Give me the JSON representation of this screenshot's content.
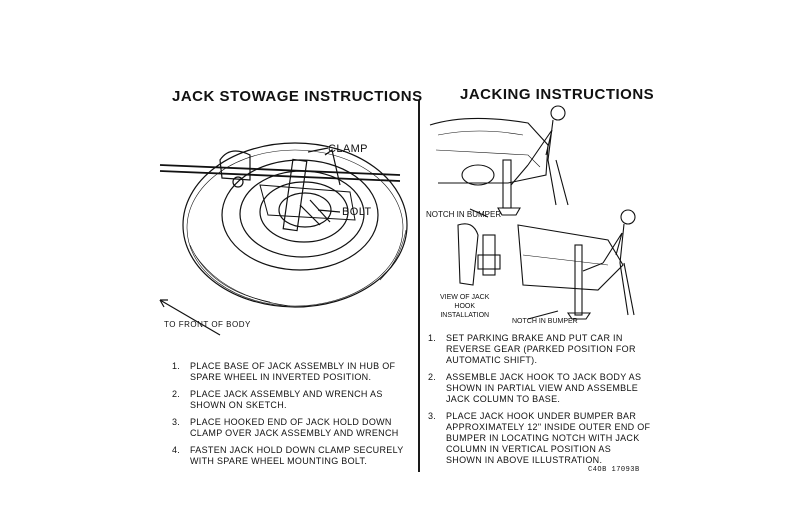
{
  "left": {
    "title": "JACK STOWAGE INSTRUCTIONS",
    "labels": {
      "clamp": "CLAMP",
      "bolt": "BOLT",
      "front": "TO FRONT OF BODY"
    },
    "steps": [
      {
        "num": "1.",
        "text": "PLACE BASE OF JACK ASSEMBLY IN HUB OF\nSPARE WHEEL IN INVERTED POSITION."
      },
      {
        "num": "2.",
        "text": "PLACE JACK ASSEMBLY AND WRENCH AS\nSHOWN ON SKETCH."
      },
      {
        "num": "3.",
        "text": "PLACE HOOKED END OF JACK HOLD DOWN\nCLAMP OVER JACK ASSEMBLY AND WRENCH"
      },
      {
        "num": "4.",
        "text": "FASTEN JACK HOLD DOWN CLAMP SECURELY\nWITH SPARE WHEEL MOUNTING BOLT."
      }
    ]
  },
  "right": {
    "title": "JACKING  INSTRUCTIONS",
    "labels": {
      "notch_top": "NOTCH IN BUMPER",
      "view_hook": "VIEW OF JACK\nHOOK\nINSTALLATION",
      "notch_bottom": "NOTCH IN BUMPER"
    },
    "steps": [
      {
        "num": "1.",
        "text": "SET PARKING BRAKE AND PUT CAR IN\nREVERSE GEAR (PARKED POSITION FOR\nAUTOMATIC SHIFT)."
      },
      {
        "num": "2.",
        "text": "ASSEMBLE JACK HOOK TO JACK BODY AS\nSHOWN IN PARTIAL VIEW AND ASSEMBLE\nJACK COLUMN TO BASE."
      },
      {
        "num": "3.",
        "text": "PLACE JACK HOOK UNDER BUMPER BAR\nAPPROXIMATELY 12\" INSIDE OUTER END OF\nBUMPER IN LOCATING NOTCH WITH JACK\nCOLUMN IN VERTICAL POSITION AS\nSHOWN IN ABOVE ILLUSTRATION."
      }
    ]
  },
  "part_number": "C4OB 17093B"
}
